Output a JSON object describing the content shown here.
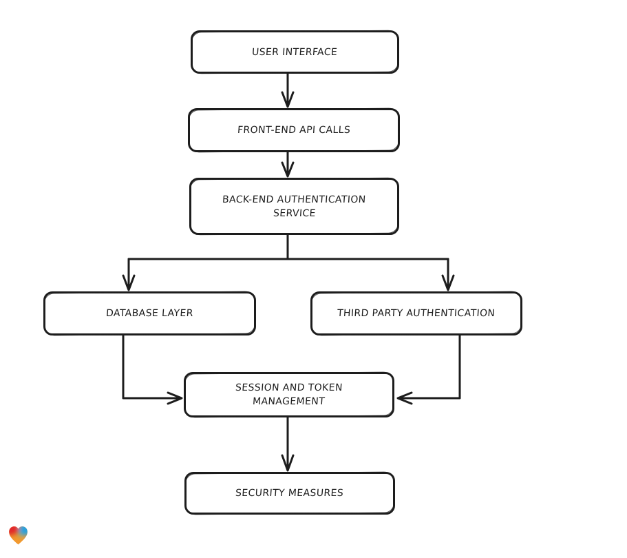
{
  "page": {
    "background": "#ffffff"
  },
  "diagram": {
    "type": "flowchart",
    "direction": "top-down",
    "nodes": {
      "user_interface": {
        "label": "USER INTERFACE"
      },
      "front_end_api_calls": {
        "label": "FRONT-END API CALLS"
      },
      "back_end_authentication_service": {
        "label": "BACK-END AUTHENTICATION SERVICE",
        "line1": "BACK-END AUTHENTICATION",
        "line2": "SERVICE"
      },
      "database_layer": {
        "label": "DATABASE LAYER"
      },
      "third_party_authentication": {
        "label": "THIRD PARTY AUTHENTICATION"
      },
      "session_and_token_management": {
        "label": "SESSION AND TOKEN MANAGEMENT",
        "line1": "SESSION AND TOKEN",
        "line2": "MANAGEMENT"
      },
      "security_measures": {
        "label": "SECURITY MEASURES"
      }
    },
    "edges": [
      {
        "from": "user_interface",
        "to": "front_end_api_calls"
      },
      {
        "from": "front_end_api_calls",
        "to": "back_end_authentication_service"
      },
      {
        "from": "back_end_authentication_service",
        "to": "database_layer"
      },
      {
        "from": "back_end_authentication_service",
        "to": "third_party_authentication"
      },
      {
        "from": "database_layer",
        "to": "session_and_token_management"
      },
      {
        "from": "third_party_authentication",
        "to": "session_and_token_management"
      },
      {
        "from": "session_and_token_management",
        "to": "security_measures"
      }
    ],
    "colors": {
      "node_stroke": "#1d1d1d",
      "node_fill": "#ffffff",
      "text": "#1d1d1d"
    }
  },
  "watermark": {
    "icon": "gradient-heart-logo",
    "colors": {
      "red": "#e22c2c",
      "blue": "#2ba0dc",
      "green": "#7fae4e",
      "orange": "#f2992d"
    }
  }
}
